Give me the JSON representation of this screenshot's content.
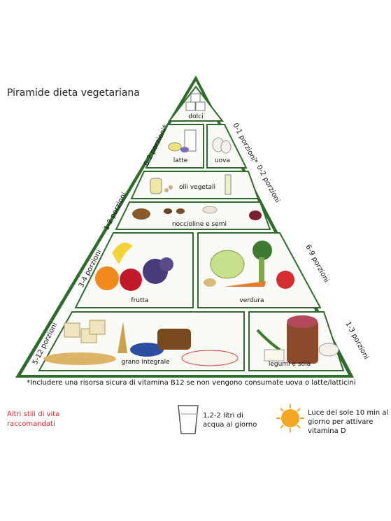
{
  "title": "Piramide dieta vegetariana",
  "tiers": {
    "dolci": "dolci",
    "latte": "latte",
    "uova": "uova",
    "olii": "olii vegetali",
    "noccioline": "noccioline e semi",
    "frutta": "frutta",
    "verdura": "verdura",
    "grano": "grano integrale",
    "legumi": "legumi e soia"
  },
  "portions": {
    "latte": "0-2 porzioni*",
    "uova": "0-1 porzioni*",
    "olii": "0-2 porzioni",
    "noccioline": "1-2 porzioni",
    "frutta": "3-4 porzioni",
    "verdura": "6-9 porzioni",
    "grano": "5-12 porzioni",
    "legumi": "1-3 porzioni"
  },
  "footnote": "*Includere una risorsa sicura di vitamina B12 se non vengono consumate uova o latte/latticini",
  "lifestyle": "Altri stili di vita raccomandati",
  "water": "1,2-2 litri di acqua al giorno",
  "sun": "Luce del sole 10 min al giorno per attivare vitamina D",
  "colors": {
    "border": "#2f6b2a",
    "accent_red": "#cc2a36",
    "sun": "#f5a623"
  },
  "icons": [
    "sugar-cube-icon",
    "milk-glass-icon",
    "egg-icon",
    "oil-bottle-icon",
    "nut-icon",
    "fruit-icon",
    "vegetable-icon",
    "bread-icon",
    "bean-icon",
    "water-glass-icon",
    "sun-icon"
  ]
}
